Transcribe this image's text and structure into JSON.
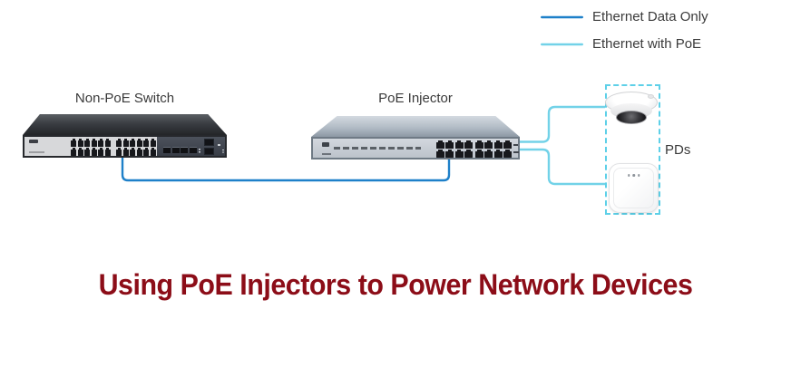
{
  "legend": {
    "items": [
      {
        "label": "Ethernet Data Only",
        "color": "#1e80c9"
      },
      {
        "label": "Ethernet with PoE",
        "color": "#72d2e8"
      }
    ]
  },
  "hardware": {
    "switch": {
      "label": "Non-PoE Switch",
      "port_groups": 2,
      "cols": 6,
      "rows": 2,
      "sfp_slots": 4,
      "uplink_ports": 2
    },
    "injector": {
      "label": "PoE Injector",
      "port_groups": 2,
      "cols": 4,
      "rows": 2
    }
  },
  "pds": {
    "label": "PDs",
    "devices": [
      "ip-dome-camera",
      "wireless-access-point"
    ]
  },
  "title": {
    "text": "Using PoE Injectors to Power Network Devices"
  },
  "colors": {
    "data_cable": "#1e80c9",
    "poe_cable": "#72d2e8",
    "pds_box": "#5ed0e8",
    "title": "#8c0d18",
    "label": "#3a3a3a"
  }
}
